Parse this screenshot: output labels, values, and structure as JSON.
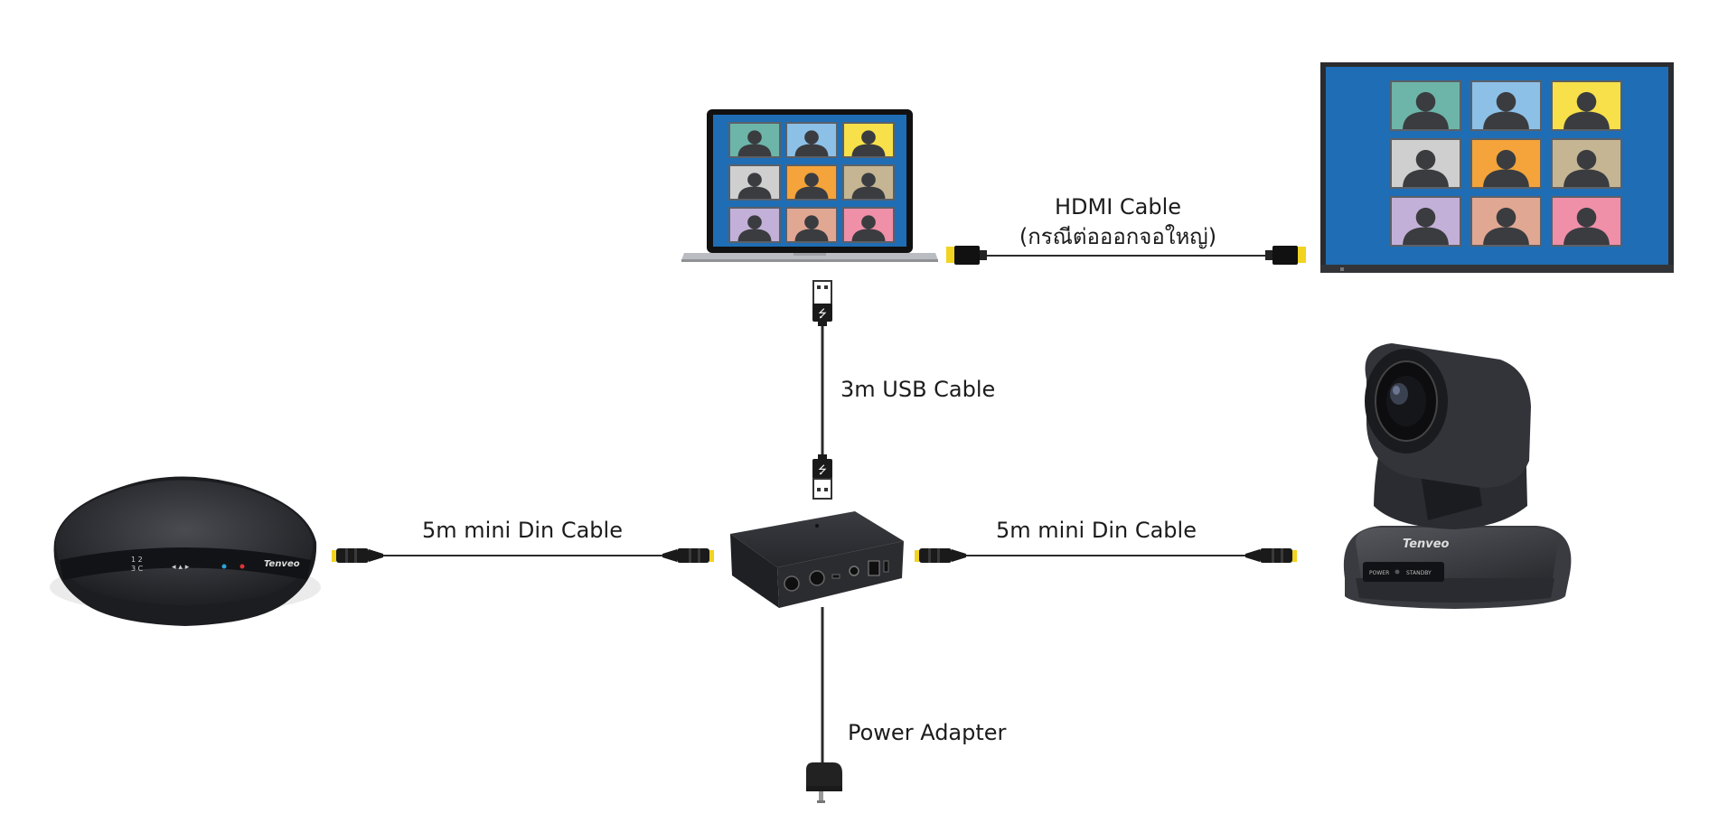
{
  "labels": {
    "hdmi_line1": "HDMI Cable",
    "hdmi_line2": "(กรณีต่อออกจอใหญ่)",
    "usb": "3m USB Cable",
    "din_left": "5m mini Din Cable",
    "din_right": "5m mini Din Cable",
    "power": "Power Adapter"
  },
  "brand": {
    "speaker_logo": "Tenveo",
    "camera_logo": "Tenveo",
    "camera_panel_left": "POWER",
    "camera_panel_right": "STANDBY"
  },
  "colors": {
    "screen_blue": "#1f6db4",
    "cable": "#2b2b2b",
    "connector_yellow": "#f2d31f",
    "device_dark": "#2e2f33",
    "tiles": [
      "#6db5a9",
      "#8dc0e6",
      "#f7e04a",
      "#cfcfcf",
      "#f4a43a",
      "#c5b593",
      "#c3b0d8",
      "#e0a793",
      "#ef8fa8"
    ]
  }
}
